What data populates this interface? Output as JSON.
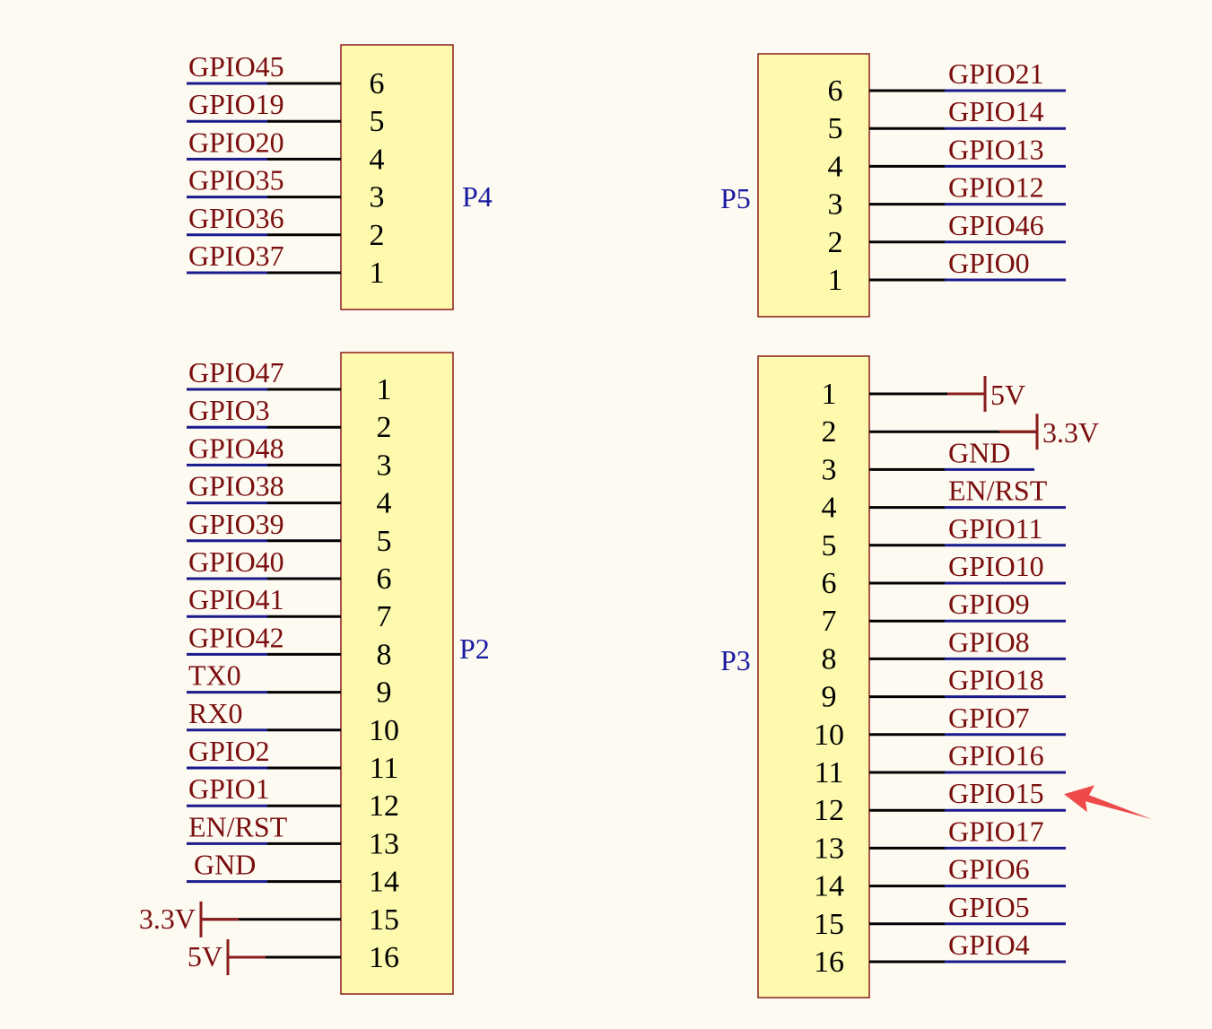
{
  "colors": {
    "background": "#fdfaf2",
    "box_fill": "#fdfaae",
    "box_stroke": "#8b1c1c",
    "pin_line": "#000000",
    "net_line": "#1a1a8c",
    "net_text": "#7a0e0e",
    "power": "#8b1c1c",
    "designator": "#1a1aa0",
    "arrow": "#ef4a4a"
  },
  "connectors": [
    {
      "designator": "P4",
      "side": "left",
      "pins": [
        {
          "num": "6",
          "net": "GPIO45"
        },
        {
          "num": "5",
          "net": "GPIO19"
        },
        {
          "num": "4",
          "net": "GPIO20"
        },
        {
          "num": "3",
          "net": "GPIO35"
        },
        {
          "num": "2",
          "net": "GPIO36"
        },
        {
          "num": "1",
          "net": "GPIO37"
        }
      ]
    },
    {
      "designator": "P5",
      "side": "right",
      "pins": [
        {
          "num": "6",
          "net": "GPIO21"
        },
        {
          "num": "5",
          "net": "GPIO14"
        },
        {
          "num": "4",
          "net": "GPIO13"
        },
        {
          "num": "3",
          "net": "GPIO12"
        },
        {
          "num": "2",
          "net": "GPIO46"
        },
        {
          "num": "1",
          "net": "GPIO0"
        }
      ]
    },
    {
      "designator": "P2",
      "side": "left",
      "pins": [
        {
          "num": "1",
          "net": "GPIO47"
        },
        {
          "num": "2",
          "net": "GPIO3"
        },
        {
          "num": "3",
          "net": "GPIO48"
        },
        {
          "num": "4",
          "net": "GPIO38"
        },
        {
          "num": "5",
          "net": "GPIO39"
        },
        {
          "num": "6",
          "net": "GPIO40"
        },
        {
          "num": "7",
          "net": "GPIO41"
        },
        {
          "num": "8",
          "net": "GPIO42"
        },
        {
          "num": "9",
          "net": "TX0"
        },
        {
          "num": "10",
          "net": "RX0"
        },
        {
          "num": "11",
          "net": "GPIO2"
        },
        {
          "num": "12",
          "net": "GPIO1"
        },
        {
          "num": "13",
          "net": "EN/RST"
        },
        {
          "num": "14",
          "net": "GND"
        },
        {
          "num": "15",
          "net": "3.3V",
          "power": true
        },
        {
          "num": "16",
          "net": "5V",
          "power": true
        }
      ]
    },
    {
      "designator": "P3",
      "side": "right",
      "pins": [
        {
          "num": "1",
          "net": "5V",
          "power": true
        },
        {
          "num": "2",
          "net": "3.3V",
          "power": true
        },
        {
          "num": "3",
          "net": "GND"
        },
        {
          "num": "4",
          "net": "EN/RST"
        },
        {
          "num": "5",
          "net": "GPIO11"
        },
        {
          "num": "6",
          "net": "GPIO10"
        },
        {
          "num": "7",
          "net": "GPIO9"
        },
        {
          "num": "8",
          "net": "GPIO8"
        },
        {
          "num": "9",
          "net": "GPIO18"
        },
        {
          "num": "10",
          "net": "GPIO7"
        },
        {
          "num": "11",
          "net": "GPIO16"
        },
        {
          "num": "12",
          "net": "GPIO15",
          "highlighted": true
        },
        {
          "num": "13",
          "net": "GPIO17"
        },
        {
          "num": "14",
          "net": "GPIO6"
        },
        {
          "num": "15",
          "net": "GPIO5"
        },
        {
          "num": "16",
          "net": "GPIO4"
        }
      ]
    }
  ],
  "annotation": {
    "type": "red-arrow",
    "target_net": "GPIO15",
    "connector": "P3"
  }
}
